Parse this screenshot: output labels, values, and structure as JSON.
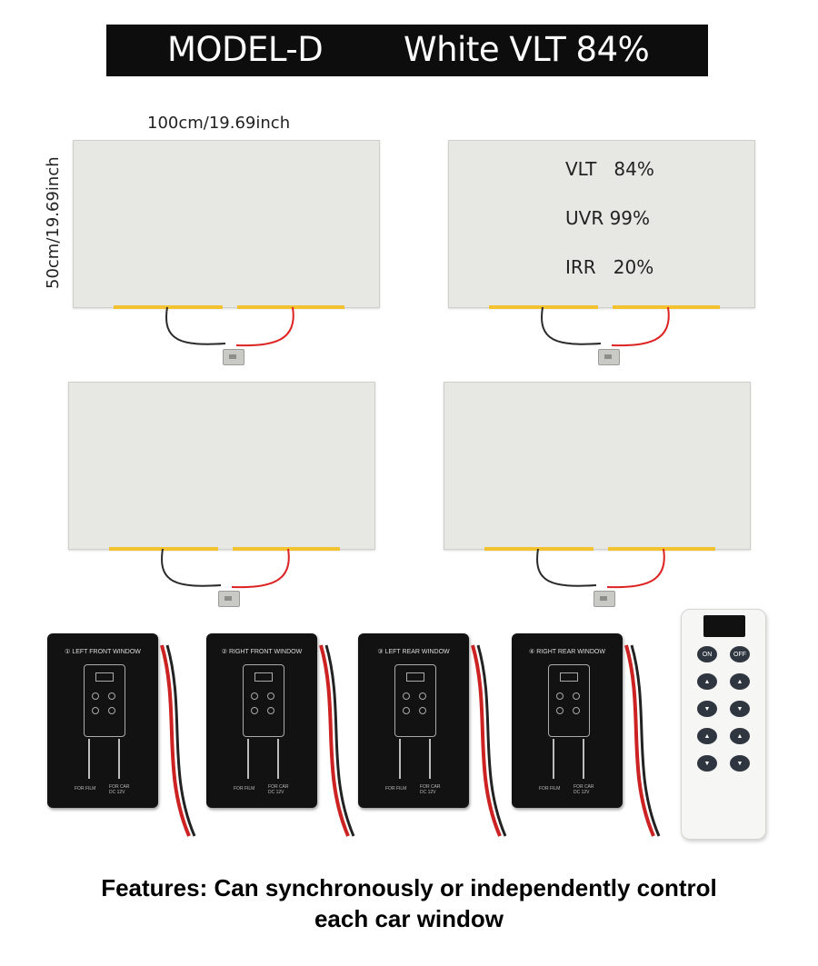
{
  "header": {
    "model": "MODEL-D",
    "product": "White VLT 84%"
  },
  "dimensions": {
    "width_label": "100cm/19.69inch",
    "height_label": "50cm/19.69inch"
  },
  "specs": [
    {
      "name": "VLT",
      "value": "84%"
    },
    {
      "name": "UVR",
      "value": "99%"
    },
    {
      "name": "IRR",
      "value": "20%"
    }
  ],
  "controllers": [
    {
      "label": "① LEFT FRONT WINDOW",
      "film": "FOR FILM",
      "car": "FOR CAR DC 12V"
    },
    {
      "label": "② RIGHT FRONT WINDOW",
      "film": "FOR FILM",
      "car": "FOR CAR DC 12V"
    },
    {
      "label": "③ LEFT REAR WINDOW",
      "film": "FOR FILM",
      "car": "FOR CAR DC 12V"
    },
    {
      "label": "④ RIGHT REAR WINDOW",
      "film": "FOR FILM",
      "car": "FOR CAR DC 12V"
    }
  ],
  "remote": {
    "on": "ON",
    "off": "OFF"
  },
  "caption": {
    "line1": "Features: Can synchronously or independently control",
    "line2": "each car window"
  },
  "colors": {
    "banner": "#0d0d0d",
    "film": "#e7e7e3",
    "busbar": "#f2c230"
  }
}
